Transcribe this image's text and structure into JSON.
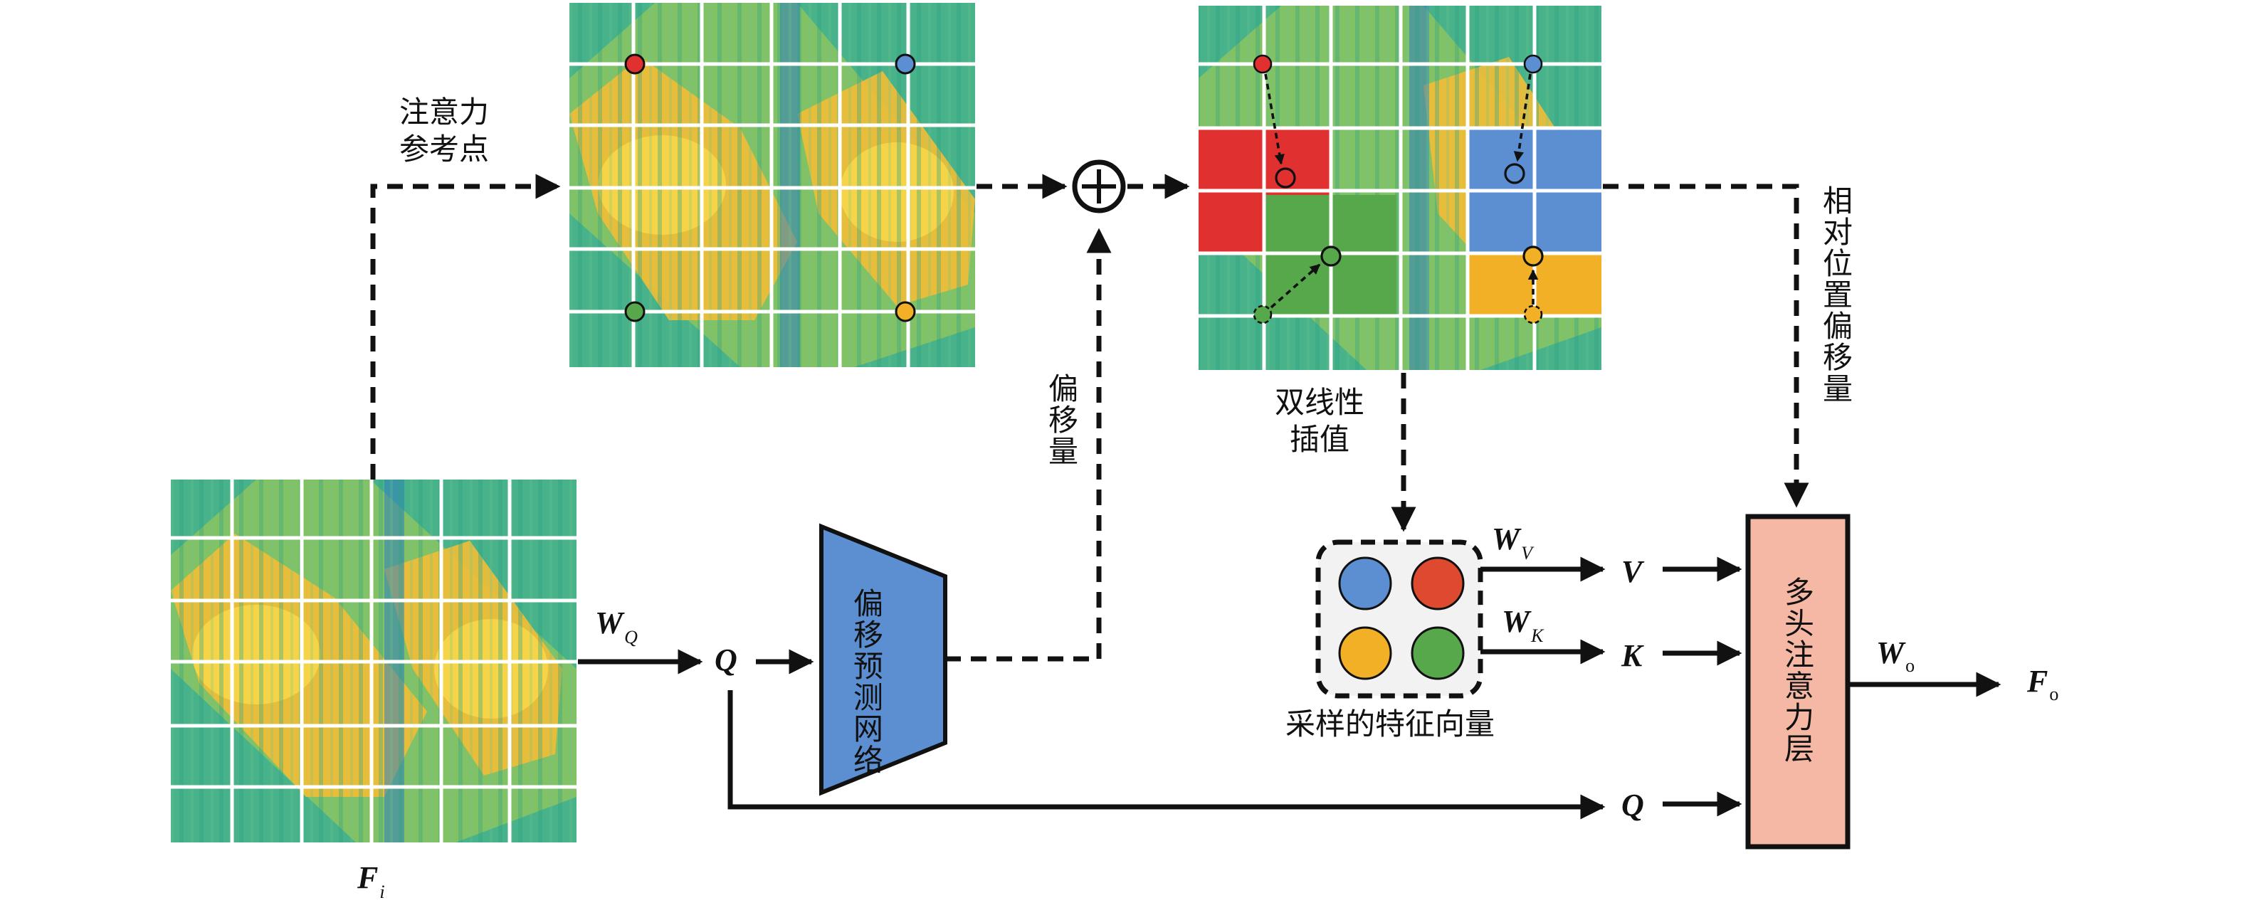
{
  "labels": {
    "ref_points": [
      "注意力",
      "参考点"
    ],
    "offset": "偏移量",
    "bilinear": [
      "双线性",
      "插值"
    ],
    "rel_offset": "相对位置偏移量",
    "sampled": "采样的特征向量",
    "offset_net": [
      "偏移预测",
      "网络"
    ],
    "mha": "多头注意力层"
  },
  "math": {
    "WQ": "W",
    "WQ_sub": "Q",
    "Q": "Q",
    "WV": "W",
    "WV_sub": "V",
    "WK": "W",
    "WK_sub": "K",
    "V": "V",
    "K": "K",
    "Q2": "Q",
    "Wo": "W",
    "Wo_sub": "o",
    "Fo": "F",
    "Fo_sub": "o",
    "Fi": "F",
    "Fi_sub": "i"
  },
  "colors": {
    "red": "#e03030",
    "blue": "#5b8fd1",
    "green": "#56a84b",
    "orange": "#f1b025",
    "mha_fill": "#f4b8a4",
    "net_fill": "#5b8fd1",
    "teal": "#45b58e"
  }
}
